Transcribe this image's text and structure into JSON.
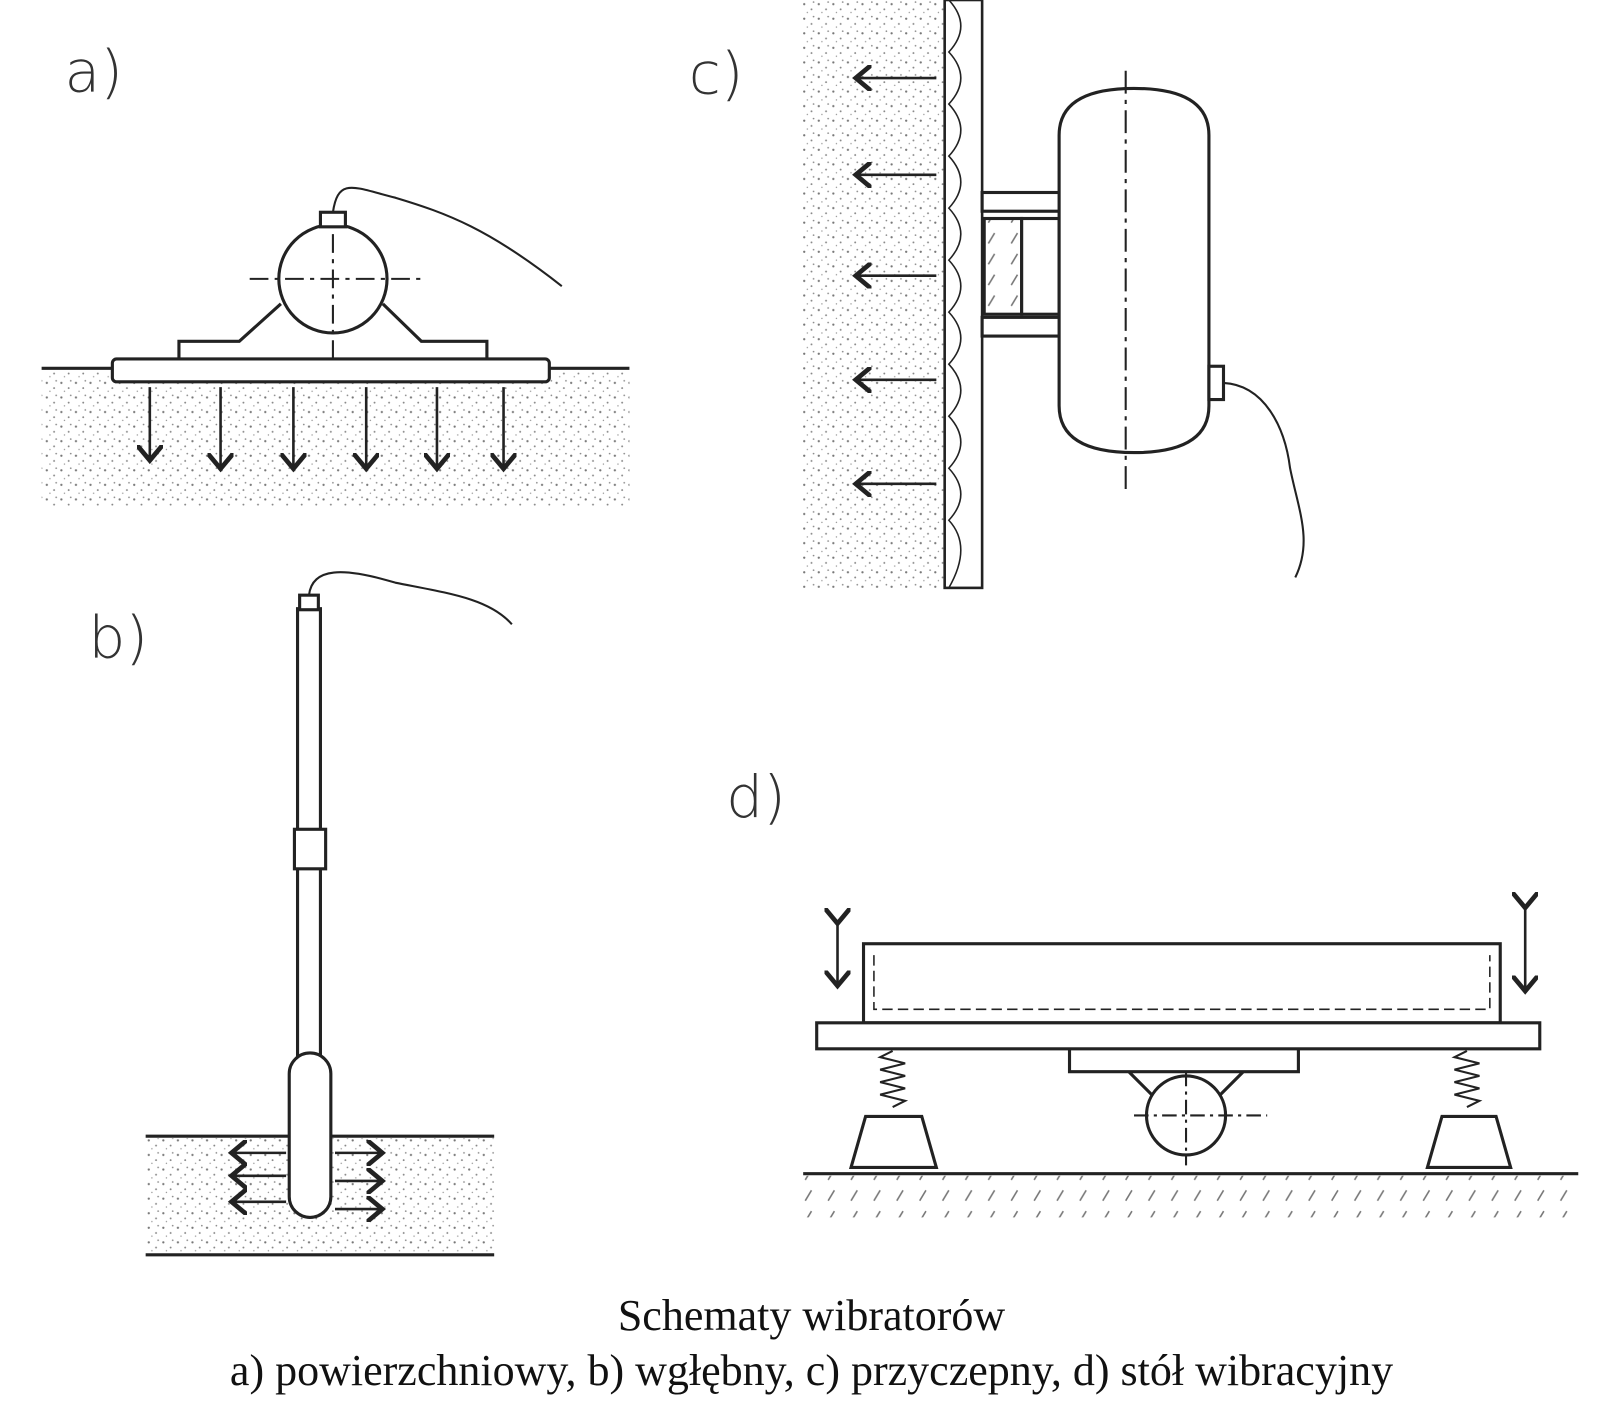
{
  "panels": {
    "a": {
      "label": "a)"
    },
    "b": {
      "label": "b)"
    },
    "c": {
      "label": "c)"
    },
    "d": {
      "label": "d)"
    }
  },
  "caption": {
    "title": "Schematy wibratorów",
    "subtitle": "a) powierzchniowy, b) wgłębny, c) przyczepny, d) stół  wibracyjny"
  }
}
